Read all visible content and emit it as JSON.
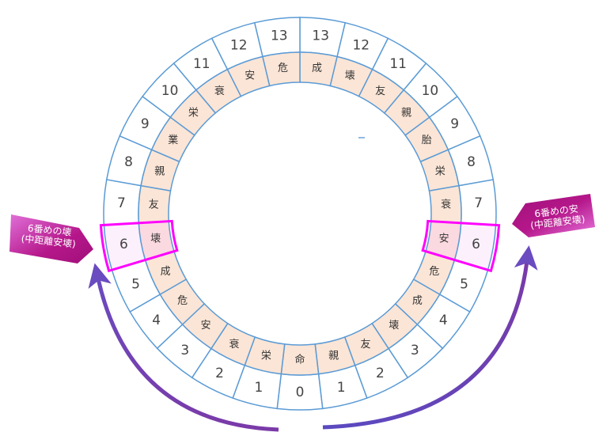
{
  "ring": {
    "bottom": {
      "number": "0",
      "kanji": "命"
    },
    "numbers": [
      "1",
      "2",
      "3",
      "4",
      "5",
      "6",
      "7",
      "8",
      "9",
      "10",
      "11",
      "12",
      "13"
    ],
    "right_kanji": [
      "親",
      "友",
      "壊",
      "成",
      "危",
      "安",
      "衰",
      "栄",
      "胎",
      "親",
      "友",
      "壊",
      "成"
    ],
    "left_kanji": [
      "栄",
      "衰",
      "安",
      "危",
      "成",
      "壊",
      "友",
      "親",
      "業",
      "栄",
      "衰",
      "安",
      "危"
    ],
    "highlighted_index": 6
  },
  "callouts": {
    "left": {
      "line1": "6番めの壊",
      "line2": "(中距離安壊)"
    },
    "right": {
      "line1": "6番めの安",
      "line2": "(中距離安壊)"
    }
  },
  "colors": {
    "ring_stroke": "#5b9bd5",
    "kanji_fill": "#fbe5d6",
    "highlight_stroke": "#ff00ff",
    "highlight_outer_fill": "#fdf0fd",
    "highlight_inner_fill": "#fbd9e0",
    "tag": "#b5178a",
    "arrow": "#7040b0"
  }
}
